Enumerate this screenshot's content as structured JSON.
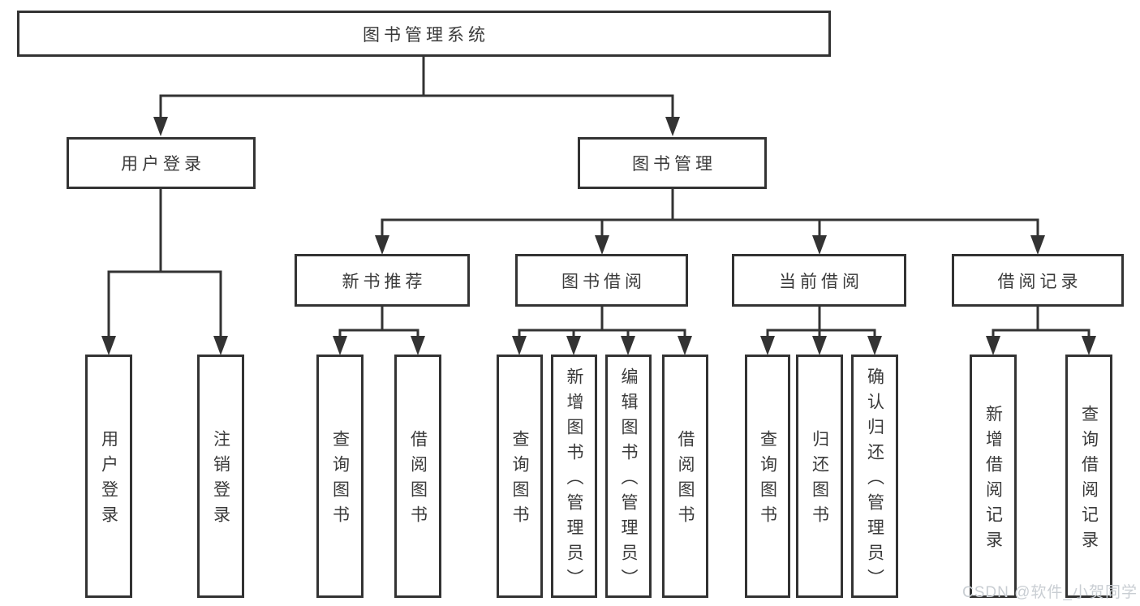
{
  "diagram": {
    "watermark": "CSDN @软件_小贺同学",
    "colors": {
      "border": "#333333",
      "line": "#333333",
      "text": "#3a3a3a",
      "background": "#ffffff",
      "watermark": "#c9ced3"
    },
    "tree": {
      "label": "图书管理系统",
      "children": [
        {
          "label": "用户登录",
          "children": [
            {
              "label": "用户登录"
            },
            {
              "label": "注销登录"
            }
          ]
        },
        {
          "label": "图书管理",
          "children": [
            {
              "label": "新书推荐",
              "children": [
                {
                  "label": "查询图书"
                },
                {
                  "label": "借阅图书"
                }
              ]
            },
            {
              "label": "图书借阅",
              "children": [
                {
                  "label": "查询图书"
                },
                {
                  "label": "新增图书（管理员）"
                },
                {
                  "label": "编辑图书（管理员）"
                },
                {
                  "label": "借阅图书"
                }
              ]
            },
            {
              "label": "当前借阅",
              "children": [
                {
                  "label": "查询图书"
                },
                {
                  "label": "归还图书"
                },
                {
                  "label": "确认归还（管理员）"
                }
              ]
            },
            {
              "label": "借阅记录",
              "children": [
                {
                  "label": "新增借阅记录"
                },
                {
                  "label": "查询借阅记录"
                }
              ]
            }
          ]
        }
      ]
    }
  }
}
